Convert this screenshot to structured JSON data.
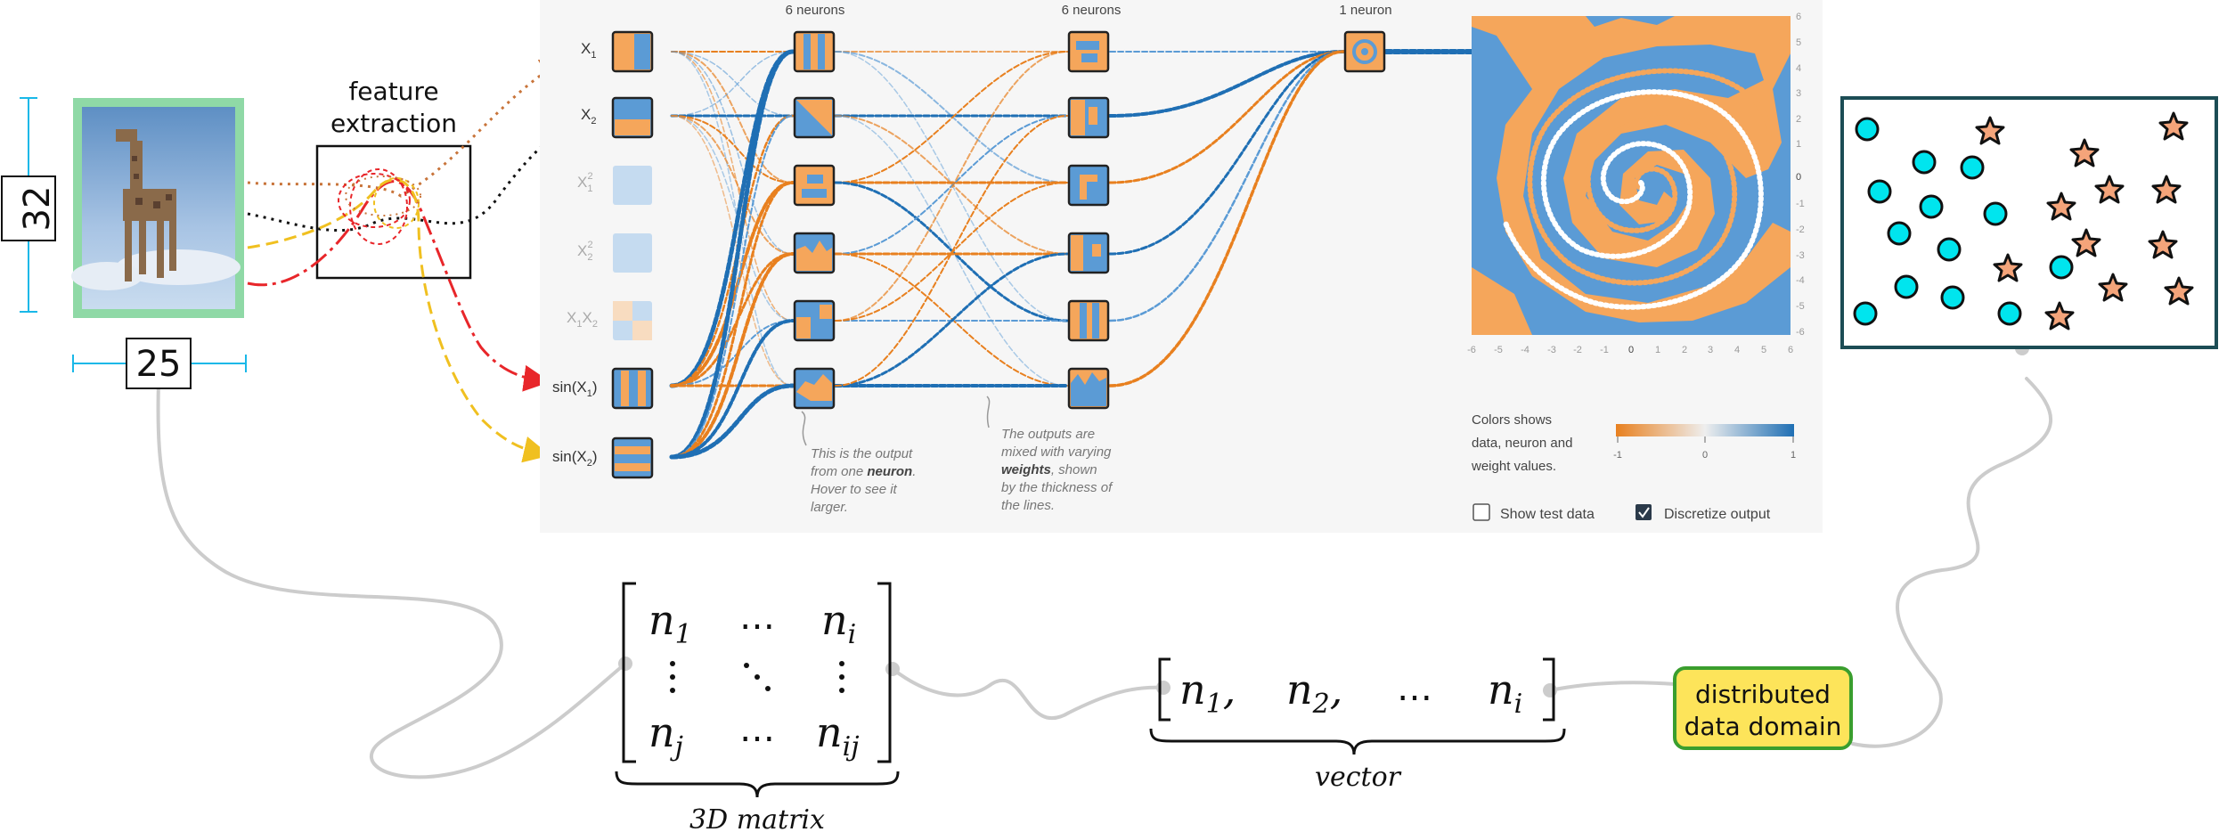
{
  "image": {
    "height_label": "32",
    "width_label": "25"
  },
  "feature_extraction": {
    "label_line1": "feature",
    "label_line2": "extraction"
  },
  "playground": {
    "layer_headers": [
      "6 neurons",
      "6 neurons",
      "1 neuron"
    ],
    "inputs": [
      {
        "base": "X",
        "sub": "1",
        "sup": "",
        "active": true
      },
      {
        "base": "X",
        "sub": "2",
        "sup": "",
        "active": true
      },
      {
        "base": "X",
        "sub": "1",
        "sup": "2",
        "active": false
      },
      {
        "base": "X",
        "sub": "2",
        "sup": "2",
        "active": false
      },
      {
        "base": "X",
        "sub": "1",
        "sup": "",
        "base2": "X",
        "sub2": "2",
        "active": false
      },
      {
        "base": "sin(X",
        "sub": "1",
        "sup": "",
        "tail": ")",
        "active": true
      },
      {
        "base": "sin(X",
        "sub": "2",
        "sup": "",
        "tail": ")",
        "active": true
      }
    ],
    "note1": {
      "l1": "This is the output",
      "l2a": "from one ",
      "l2b": "neuron",
      "l2c": ".",
      "l3": "Hover to see it",
      "l4": "larger."
    },
    "note2": {
      "l1": "The outputs are",
      "l2": "mixed with varying",
      "l3a": "weights",
      "l3b": ", shown",
      "l4": "by the thickness of",
      "l5": "the lines."
    },
    "y_ticks": [
      "6",
      "5",
      "4",
      "3",
      "2",
      "1",
      "0",
      "-1",
      "-2",
      "-3",
      "-4",
      "-5",
      "-6"
    ],
    "x_ticks": [
      "-6",
      "-5",
      "-4",
      "-3",
      "-2",
      "-1",
      "0",
      "1",
      "2",
      "3",
      "4",
      "5",
      "6"
    ],
    "colors_text": [
      "Colors shows",
      "data, neuron and",
      "weight values."
    ],
    "scale_ticks": [
      "-1",
      "0",
      "1"
    ],
    "checkbox_test": {
      "label": "Show test data",
      "checked": false
    },
    "checkbox_discretize": {
      "label": "Discretize output",
      "checked": true
    },
    "colors": {
      "orange": "#f5a65b",
      "blue": "#5b9bd5",
      "dark_blue": "#1f6fb4",
      "dark_orange": "#e8801f"
    }
  },
  "matrix": {
    "n1": "n",
    "n1_sub": "1",
    "dots_h": "…",
    "ni": "n",
    "ni_sub": "i",
    "nj": "n",
    "nj_sub": "j",
    "nij": "n",
    "nij_sub": "ij",
    "caption": "3D matrix"
  },
  "vector": {
    "n1": "n",
    "n1_sub": "1",
    "n2": "n",
    "n2_sub": "2",
    "dots": "…",
    "ni": "n",
    "ni_sub": "i",
    "caption": "vector"
  },
  "domain_box": {
    "line1": "distributed",
    "line2": "data domain"
  },
  "scatter": {
    "circle_color": "#00e5ee",
    "star_color": "#f4a47a"
  }
}
